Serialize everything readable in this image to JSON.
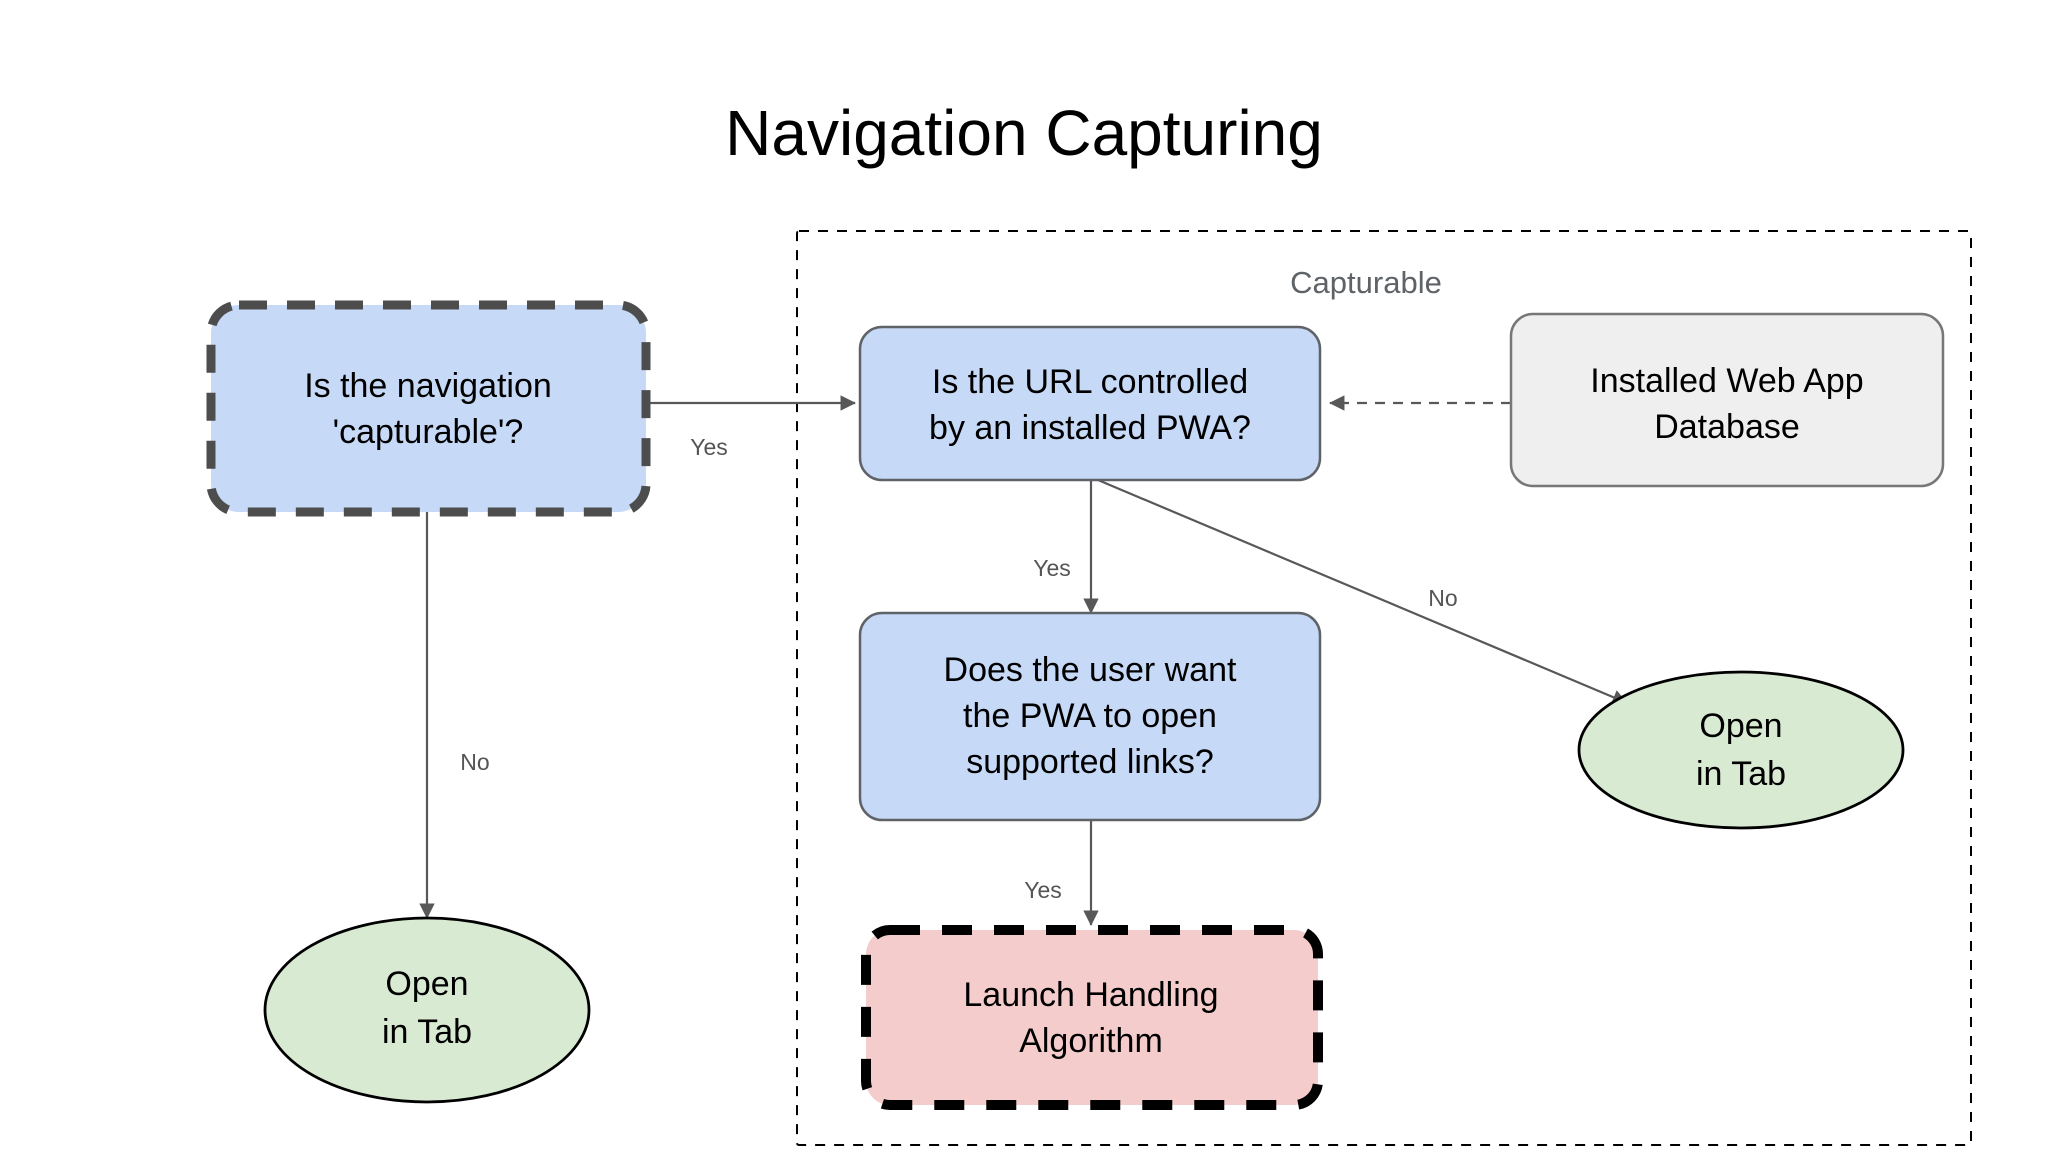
{
  "title": "Navigation Capturing",
  "colors": {
    "decision_fill": "#c6d9f7",
    "decision_stroke": "#5f6368",
    "highlight_stroke": "#4d4d4d",
    "terminal_fill": "#d9ead3",
    "terminal_stroke": "#000000",
    "data_fill": "#efefef",
    "data_stroke": "#777777",
    "algorithm_fill": "#f4cccc",
    "algorithm_stroke": "#000000",
    "edge": "#585858",
    "group_label": "#5f6368",
    "background": "#ffffff"
  },
  "group": {
    "label": "Capturable"
  },
  "nodes": [
    {
      "id": "is-capturable",
      "shape": "rounded-rect",
      "style": "decision-dashed",
      "lines": [
        "Is the navigation",
        "'capturable'?"
      ]
    },
    {
      "id": "url-controlled",
      "shape": "rounded-rect",
      "style": "decision",
      "lines": [
        "Is the URL controlled",
        "by an installed PWA?"
      ]
    },
    {
      "id": "installed-web-app-database",
      "shape": "rounded-rect",
      "style": "data",
      "lines": [
        "Installed Web App",
        "Database"
      ]
    },
    {
      "id": "user-wants-pwa",
      "shape": "rounded-rect",
      "style": "decision",
      "lines": [
        "Does the user want",
        "the PWA to open",
        "supported links?"
      ]
    },
    {
      "id": "launch-handling-algorithm",
      "shape": "rounded-rect",
      "style": "algorithm-dashed",
      "lines": [
        "Launch Handling",
        "Algorithm"
      ]
    },
    {
      "id": "open-in-tab-left",
      "shape": "ellipse",
      "style": "terminal",
      "lines": [
        "Open",
        "in Tab"
      ]
    },
    {
      "id": "open-in-tab-right",
      "shape": "ellipse",
      "style": "terminal",
      "lines": [
        "Open",
        "in Tab"
      ]
    }
  ],
  "edges": [
    {
      "id": "capturable-yes",
      "from": "is-capturable",
      "to": "url-controlled",
      "label": "Yes",
      "style": "solid"
    },
    {
      "id": "capturable-no",
      "from": "is-capturable",
      "to": "open-in-tab-left",
      "label": "No",
      "style": "solid"
    },
    {
      "id": "url-yes",
      "from": "url-controlled",
      "to": "user-wants-pwa",
      "label": "Yes",
      "style": "solid"
    },
    {
      "id": "url-no",
      "from": "url-controlled",
      "to": "open-in-tab-right",
      "label": "No",
      "style": "solid"
    },
    {
      "id": "user-yes",
      "from": "user-wants-pwa",
      "to": "launch-handling-algorithm",
      "label": "Yes",
      "style": "solid"
    },
    {
      "id": "database-lookup",
      "from": "installed-web-app-database",
      "to": "url-controlled",
      "label": "",
      "style": "dashed"
    }
  ],
  "labels": {
    "yes": "Yes",
    "no": "No"
  }
}
